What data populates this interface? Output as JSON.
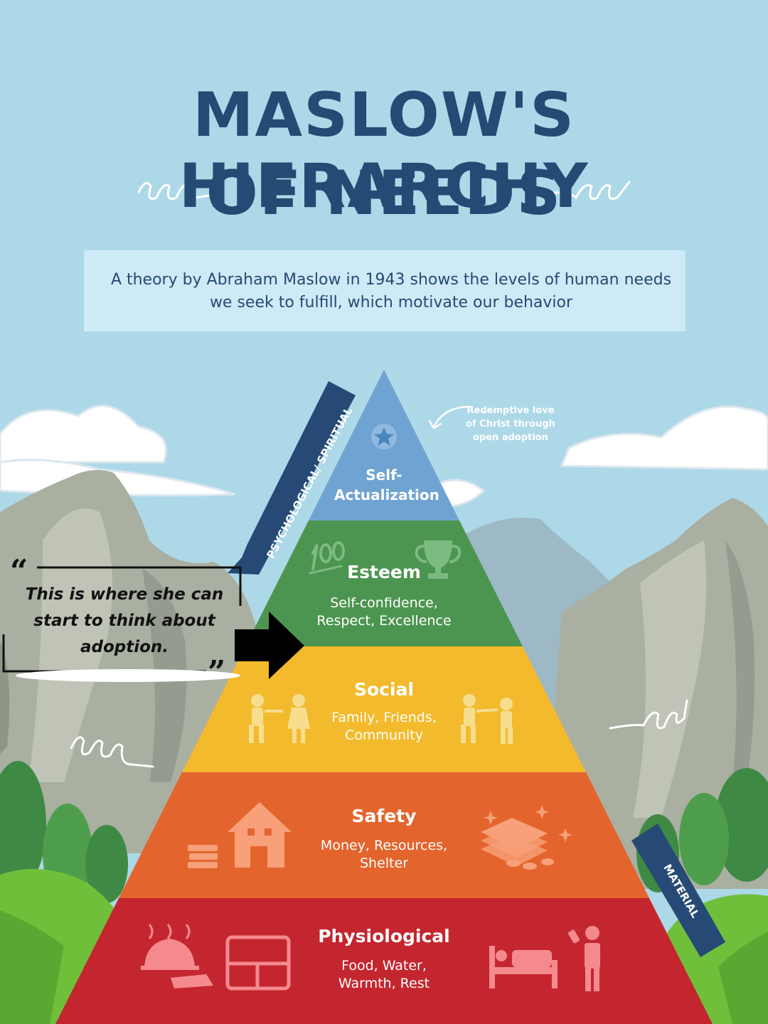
{
  "title": {
    "line1": "MASLOW'S HIERARCHY",
    "line2": "OF NEEDS"
  },
  "subtitle": "A theory by Abraham Maslow in 1943 shows the levels of human needs we seek to fulfill, which motivate our behavior",
  "levels": [
    {
      "title": "Self-Actualization",
      "description": "",
      "color": "#6FA3D2"
    },
    {
      "title": "Esteem",
      "description": "Self-confidence, Respect, Excellence",
      "color": "#4C9550"
    },
    {
      "title": "Social",
      "description": "Family, Friends, Community",
      "color": "#F2BA2C"
    },
    {
      "title": "Safety",
      "description": "Money, Resources, Shelter",
      "color": "#E4642D"
    },
    {
      "title": "Physiological",
      "description": "Food, Water, Warmth, Rest",
      "color": "#C4262F"
    }
  ],
  "side_labels": {
    "left": "PSYCHOLOGICAL/ SPIRITUAL",
    "right": "MATERIAL"
  },
  "note": "Redemptive love of Christ through open adoption",
  "quote": "This is where she can start to think about adoption.",
  "icons": {
    "self_actualization": "star-badge-icon",
    "esteem": [
      "hundred-points-icon",
      "trophy-icon"
    ],
    "social": [
      "arguing-people-icon",
      "mocking-people-icon"
    ],
    "safety": [
      "books-icon",
      "house-icon",
      "money-stack-icon"
    ],
    "physiological": [
      "served-dish-icon",
      "food-tray-icon",
      "sleeping-bed-icon",
      "drinking-person-icon"
    ]
  },
  "colors": {
    "sky": "#ADD8E8",
    "title": "#254A73",
    "ribbon": "#264A75"
  }
}
